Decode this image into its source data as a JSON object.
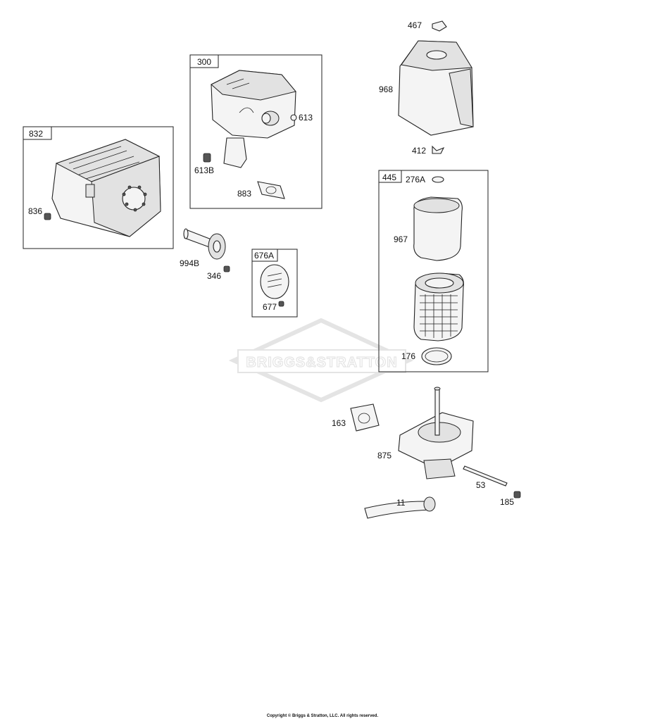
{
  "watermark": "BRIGGS&STRATTON",
  "copyright": "Copyright © Briggs & Stratton, LLC. All rights reserved.",
  "group_boxes": [
    {
      "id": "832"
    },
    {
      "id": "300"
    },
    {
      "id": "676A"
    },
    {
      "id": "445"
    }
  ],
  "callouts": [
    "467",
    "968",
    "412",
    "276A",
    "967",
    "176",
    "613",
    "613B",
    "883",
    "836",
    "994B",
    "346",
    "677",
    "163",
    "875",
    "53",
    "185",
    "11"
  ]
}
